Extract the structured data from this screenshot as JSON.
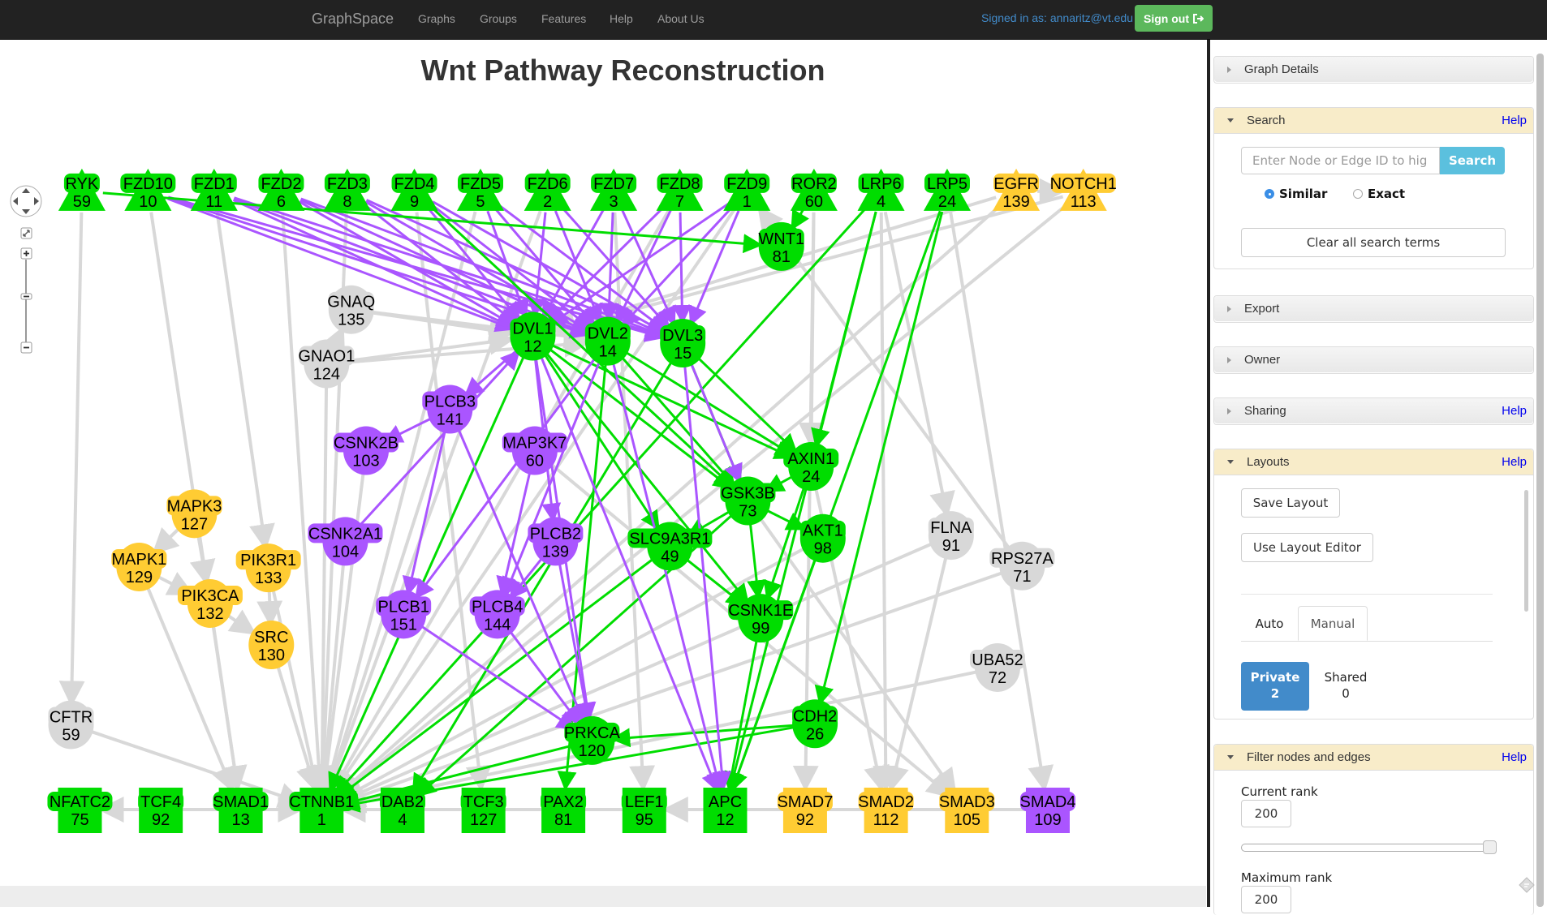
{
  "navbar": {
    "brand": "GraphSpace",
    "links": [
      "Graphs",
      "Groups",
      "Features",
      "Help",
      "About Us"
    ],
    "signed_in": "Signed in as: annaritz@vt.edu",
    "sign_out": "Sign out",
    "sign_out_icon": "sign-out-icon"
  },
  "graph": {
    "title": "Wnt Pathway Reconstruction",
    "colors": {
      "green": "#00dd00",
      "purple": "#aa55ff",
      "yellow": "#ffcc33",
      "gray": "#d8d8d8"
    },
    "controls": {
      "pan": "pan-control",
      "fit": "fit-icon",
      "zoom_in": "+",
      "zoom_out": "−"
    },
    "nodes": [
      {
        "id": "RYK",
        "rank": "59",
        "color": "green",
        "shape": "triangle"
      },
      {
        "id": "FZD10",
        "rank": "10",
        "color": "green",
        "shape": "triangle"
      },
      {
        "id": "FZD1",
        "rank": "11",
        "color": "green",
        "shape": "triangle"
      },
      {
        "id": "FZD2",
        "rank": "6",
        "color": "green",
        "shape": "triangle"
      },
      {
        "id": "FZD3",
        "rank": "8",
        "color": "green",
        "shape": "triangle"
      },
      {
        "id": "FZD4",
        "rank": "9",
        "color": "green",
        "shape": "triangle"
      },
      {
        "id": "FZD5",
        "rank": "5",
        "color": "green",
        "shape": "triangle"
      },
      {
        "id": "FZD6",
        "rank": "2",
        "color": "green",
        "shape": "triangle"
      },
      {
        "id": "FZD7",
        "rank": "3",
        "color": "green",
        "shape": "triangle"
      },
      {
        "id": "FZD8",
        "rank": "7",
        "color": "green",
        "shape": "triangle"
      },
      {
        "id": "FZD9",
        "rank": "1",
        "color": "green",
        "shape": "triangle"
      },
      {
        "id": "ROR2",
        "rank": "60",
        "color": "green",
        "shape": "triangle"
      },
      {
        "id": "LRP6",
        "rank": "4",
        "color": "green",
        "shape": "triangle"
      },
      {
        "id": "LRP5",
        "rank": "24",
        "color": "green",
        "shape": "triangle"
      },
      {
        "id": "EGFR",
        "rank": "139",
        "color": "yellow",
        "shape": "triangle"
      },
      {
        "id": "NOTCH1",
        "rank": "113",
        "color": "yellow",
        "shape": "triangle"
      },
      {
        "id": "WNT1",
        "rank": "81",
        "color": "green",
        "shape": "ellipse"
      },
      {
        "id": "GNAQ",
        "rank": "135",
        "color": "gray",
        "shape": "ellipse"
      },
      {
        "id": "GNAO1",
        "rank": "124",
        "color": "gray",
        "shape": "ellipse"
      },
      {
        "id": "DVL1",
        "rank": "12",
        "color": "green",
        "shape": "ellipse"
      },
      {
        "id": "DVL2",
        "rank": "14",
        "color": "green",
        "shape": "ellipse"
      },
      {
        "id": "DVL3",
        "rank": "15",
        "color": "green",
        "shape": "ellipse"
      },
      {
        "id": "PLCB3",
        "rank": "141",
        "color": "purple",
        "shape": "ellipse"
      },
      {
        "id": "CSNK2B",
        "rank": "103",
        "color": "purple",
        "shape": "ellipse"
      },
      {
        "id": "MAP3K7",
        "rank": "60",
        "color": "purple",
        "shape": "ellipse"
      },
      {
        "id": "AXIN1",
        "rank": "24",
        "color": "green",
        "shape": "ellipse"
      },
      {
        "id": "GSK3B",
        "rank": "73",
        "color": "green",
        "shape": "ellipse"
      },
      {
        "id": "MAPK3",
        "rank": "127",
        "color": "yellow",
        "shape": "ellipse"
      },
      {
        "id": "CSNK2A1",
        "rank": "104",
        "color": "purple",
        "shape": "ellipse"
      },
      {
        "id": "PLCB2",
        "rank": "139",
        "color": "purple",
        "shape": "ellipse"
      },
      {
        "id": "SLC9A3R1",
        "rank": "49",
        "color": "green",
        "shape": "ellipse"
      },
      {
        "id": "AKT1",
        "rank": "98",
        "color": "green",
        "shape": "ellipse"
      },
      {
        "id": "FLNA",
        "rank": "91",
        "color": "gray",
        "shape": "ellipse"
      },
      {
        "id": "RPS27A",
        "rank": "71",
        "color": "gray",
        "shape": "ellipse"
      },
      {
        "id": "MAPK1",
        "rank": "129",
        "color": "yellow",
        "shape": "ellipse"
      },
      {
        "id": "PIK3R1",
        "rank": "133",
        "color": "yellow",
        "shape": "ellipse"
      },
      {
        "id": "PIK3CA",
        "rank": "132",
        "color": "yellow",
        "shape": "ellipse"
      },
      {
        "id": "SRC",
        "rank": "130",
        "color": "yellow",
        "shape": "ellipse"
      },
      {
        "id": "PLCB1",
        "rank": "151",
        "color": "purple",
        "shape": "ellipse"
      },
      {
        "id": "PLCB4",
        "rank": "144",
        "color": "purple",
        "shape": "ellipse"
      },
      {
        "id": "CSNK1E",
        "rank": "99",
        "color": "green",
        "shape": "ellipse"
      },
      {
        "id": "UBA52",
        "rank": "72",
        "color": "gray",
        "shape": "ellipse"
      },
      {
        "id": "CFTR",
        "rank": "59",
        "color": "gray",
        "shape": "ellipse"
      },
      {
        "id": "CDH2",
        "rank": "26",
        "color": "green",
        "shape": "ellipse"
      },
      {
        "id": "PRKCA",
        "rank": "120",
        "color": "green",
        "shape": "ellipse"
      },
      {
        "id": "NFATC2",
        "rank": "75",
        "color": "green",
        "shape": "rectangle"
      },
      {
        "id": "TCF4",
        "rank": "92",
        "color": "green",
        "shape": "rectangle"
      },
      {
        "id": "SMAD1",
        "rank": "13",
        "color": "green",
        "shape": "rectangle"
      },
      {
        "id": "CTNNB1",
        "rank": "1",
        "color": "green",
        "shape": "rectangle"
      },
      {
        "id": "DAB2",
        "rank": "4",
        "color": "green",
        "shape": "rectangle"
      },
      {
        "id": "TCF3",
        "rank": "127",
        "color": "green",
        "shape": "rectangle"
      },
      {
        "id": "PAX2",
        "rank": "81",
        "color": "green",
        "shape": "rectangle"
      },
      {
        "id": "LEF1",
        "rank": "95",
        "color": "green",
        "shape": "rectangle"
      },
      {
        "id": "APC",
        "rank": "12",
        "color": "green",
        "shape": "rectangle"
      },
      {
        "id": "SMAD7",
        "rank": "92",
        "color": "yellow",
        "shape": "rectangle"
      },
      {
        "id": "SMAD2",
        "rank": "112",
        "color": "yellow",
        "shape": "rectangle"
      },
      {
        "id": "SMAD3",
        "rank": "105",
        "color": "yellow",
        "shape": "rectangle"
      },
      {
        "id": "SMAD4",
        "rank": "109",
        "color": "purple",
        "shape": "rectangle"
      }
    ],
    "edges": [
      [
        "FZD10",
        "DVL1",
        "purple"
      ],
      [
        "FZD10",
        "DVL2",
        "purple"
      ],
      [
        "FZD10",
        "DVL3",
        "purple"
      ],
      [
        "FZD1",
        "DVL1",
        "purple"
      ],
      [
        "FZD1",
        "DVL2",
        "purple"
      ],
      [
        "FZD1",
        "DVL3",
        "purple"
      ],
      [
        "FZD2",
        "DVL1",
        "purple"
      ],
      [
        "FZD2",
        "DVL2",
        "purple"
      ],
      [
        "FZD2",
        "DVL3",
        "purple"
      ],
      [
        "FZD3",
        "DVL1",
        "purple"
      ],
      [
        "FZD3",
        "DVL2",
        "purple"
      ],
      [
        "FZD3",
        "DVL3",
        "purple"
      ],
      [
        "FZD4",
        "DVL1",
        "purple"
      ],
      [
        "FZD4",
        "DVL2",
        "purple"
      ],
      [
        "FZD4",
        "DVL3",
        "purple"
      ],
      [
        "FZD5",
        "DVL1",
        "purple"
      ],
      [
        "FZD5",
        "DVL2",
        "purple"
      ],
      [
        "FZD5",
        "DVL3",
        "purple"
      ],
      [
        "FZD6",
        "DVL1",
        "purple"
      ],
      [
        "FZD6",
        "DVL2",
        "purple"
      ],
      [
        "FZD6",
        "DVL3",
        "purple"
      ],
      [
        "FZD7",
        "DVL1",
        "purple"
      ],
      [
        "FZD7",
        "DVL2",
        "purple"
      ],
      [
        "FZD7",
        "DVL3",
        "purple"
      ],
      [
        "FZD8",
        "DVL1",
        "purple"
      ],
      [
        "FZD8",
        "DVL2",
        "purple"
      ],
      [
        "FZD8",
        "DVL3",
        "purple"
      ],
      [
        "FZD9",
        "DVL1",
        "purple"
      ],
      [
        "FZD9",
        "DVL2",
        "purple"
      ],
      [
        "FZD9",
        "DVL3",
        "purple"
      ],
      [
        "RYK",
        "WNT1",
        "green"
      ],
      [
        "FZD4",
        "GSK3B",
        "green"
      ],
      [
        "ROR2",
        "WNT1",
        "green"
      ],
      [
        "LRP6",
        "CTNNB1",
        "green"
      ],
      [
        "LRP6",
        "AXIN1",
        "green"
      ],
      [
        "LRP5",
        "APC",
        "green"
      ],
      [
        "LRP5",
        "CDH2",
        "green"
      ],
      [
        "LRP6",
        "APC",
        "green"
      ],
      [
        "DVL1",
        "AXIN1",
        "green"
      ],
      [
        "DVL1",
        "GSK3B",
        "green"
      ],
      [
        "DVL1",
        "CTNNB1",
        "green"
      ],
      [
        "DVL1",
        "SLC9A3R1",
        "green"
      ],
      [
        "DVL1",
        "CSNK1E",
        "green"
      ],
      [
        "DVL2",
        "AXIN1",
        "green"
      ],
      [
        "DVL2",
        "GSK3B",
        "green"
      ],
      [
        "DVL2",
        "PAX2",
        "green"
      ],
      [
        "DVL3",
        "AXIN1",
        "green"
      ],
      [
        "DVL3",
        "GSK3B",
        "green"
      ],
      [
        "DVL3",
        "DAB2",
        "green"
      ],
      [
        "AXIN1",
        "GSK3B",
        "green"
      ],
      [
        "GSK3B",
        "AKT1",
        "green"
      ],
      [
        "GSK3B",
        "CSNK1E",
        "green"
      ],
      [
        "AXIN1",
        "CSNK1E",
        "green"
      ],
      [
        "SLC9A3R1",
        "CSNK1E",
        "green"
      ],
      [
        "GSK3B",
        "SLC9A3R1",
        "green"
      ],
      [
        "SLC9A3R1",
        "CTNNB1",
        "green"
      ],
      [
        "GSK3B",
        "DAB2",
        "green"
      ],
      [
        "CSNK1E",
        "APC",
        "green"
      ],
      [
        "AKT1",
        "APC",
        "green"
      ],
      [
        "CDH2",
        "PRKCA",
        "green"
      ],
      [
        "PRKCA",
        "CTNNB1",
        "green"
      ],
      [
        "CDH2",
        "CTNNB1",
        "green"
      ],
      [
        "DVL1",
        "PLCB3",
        "purple"
      ],
      [
        "DVL1",
        "PLCB2",
        "purple"
      ],
      [
        "DVL2",
        "PLCB1",
        "purple"
      ],
      [
        "DVL2",
        "PLCB4",
        "purple"
      ],
      [
        "DVL1",
        "PRKCA",
        "purple"
      ],
      [
        "DVL3",
        "GSK3B",
        "purple"
      ],
      [
        "PLCB3",
        "CSNK2B",
        "purple"
      ],
      [
        "PLCB3",
        "PLCB1",
        "purple"
      ],
      [
        "PLCB3",
        "PRKCA",
        "purple"
      ],
      [
        "CSNK2A1",
        "DVL1",
        "purple"
      ],
      [
        "MAP3K7",
        "PLCB4",
        "purple"
      ],
      [
        "PLCB2",
        "PLCB4",
        "purple"
      ],
      [
        "PLCB2",
        "PRKCA",
        "purple"
      ],
      [
        "PLCB1",
        "PRKCA",
        "purple"
      ],
      [
        "PLCB4",
        "PRKCA",
        "purple"
      ],
      [
        "DVL2",
        "APC",
        "purple"
      ],
      [
        "DVL3",
        "APC",
        "purple"
      ],
      [
        "DVL1",
        "APC",
        "purple"
      ],
      [
        "GNAQ",
        "DVL1",
        "gray"
      ],
      [
        "GNAO1",
        "DVL1",
        "gray"
      ],
      [
        "GNAO1",
        "DVL2",
        "gray"
      ],
      [
        "GNAQ",
        "DVL2",
        "gray"
      ],
      [
        "GNAO1",
        "CTNNB1",
        "gray"
      ],
      [
        "GNAO1",
        "GNAQ",
        "gray"
      ],
      [
        "RYK",
        "CFTR",
        "gray"
      ],
      [
        "FZD10",
        "SMAD1",
        "gray"
      ],
      [
        "FZD1",
        "PIK3R1",
        "gray"
      ],
      [
        "FZD2",
        "CTNNB1",
        "gray"
      ],
      [
        "FZD3",
        "CTNNB1",
        "gray"
      ],
      [
        "FZD4",
        "TCF3",
        "gray"
      ],
      [
        "FZD5",
        "CTNNB1",
        "gray"
      ],
      [
        "FZD6",
        "CTNNB1",
        "gray"
      ],
      [
        "FZD7",
        "LEF1",
        "gray"
      ],
      [
        "FZD8",
        "CTNNB1",
        "gray"
      ],
      [
        "FZD9",
        "CTNNB1",
        "gray"
      ],
      [
        "ROR2",
        "SMAD7",
        "gray"
      ],
      [
        "ROR2",
        "AXIN1",
        "gray"
      ],
      [
        "LRP6",
        "SMAD2",
        "gray"
      ],
      [
        "LRP5",
        "SMAD4",
        "gray"
      ],
      [
        "LRP6",
        "FLNA",
        "gray"
      ],
      [
        "EGFR",
        "DVL1",
        "gray"
      ],
      [
        "EGFR",
        "CTNNB1",
        "gray"
      ],
      [
        "NOTCH1",
        "DVL1",
        "gray"
      ],
      [
        "NOTCH1",
        "CTNNB1",
        "gray"
      ],
      [
        "EGFR",
        "NOTCH1",
        "gray"
      ],
      [
        "MAPK3",
        "MAPK1",
        "gray"
      ],
      [
        "MAPK3",
        "PIK3CA",
        "gray"
      ],
      [
        "MAPK1",
        "PIK3CA",
        "gray"
      ],
      [
        "PIK3CA",
        "SRC",
        "gray"
      ],
      [
        "PIK3R1",
        "SRC",
        "gray"
      ],
      [
        "MAPK1",
        "SMAD1",
        "gray"
      ],
      [
        "PIK3CA",
        "SMAD1",
        "gray"
      ],
      [
        "SRC",
        "CTNNB1",
        "gray"
      ],
      [
        "PIK3R1",
        "CTNNB1",
        "gray"
      ],
      [
        "CSNK2A1",
        "CTNNB1",
        "gray"
      ],
      [
        "CSNK2B",
        "CTNNB1",
        "gray"
      ],
      [
        "PLCB3",
        "CTNNB1",
        "gray"
      ],
      [
        "MAP3K7",
        "SMAD3",
        "gray"
      ],
      [
        "FLNA",
        "CTNNB1",
        "gray"
      ],
      [
        "FLNA",
        "SMAD2",
        "gray"
      ],
      [
        "RPS27A",
        "CTNNB1",
        "gray"
      ],
      [
        "UBA52",
        "CTNNB1",
        "gray"
      ],
      [
        "RPS27A",
        "FZD9",
        "gray"
      ],
      [
        "CFTR",
        "CTNNB1",
        "gray"
      ],
      [
        "CTNNB1",
        "NFATC2",
        "gray"
      ],
      [
        "TCF4",
        "CTNNB1",
        "gray"
      ],
      [
        "LEF1",
        "CTNNB1",
        "gray"
      ],
      [
        "APC",
        "LEF1",
        "gray"
      ],
      [
        "SMAD4",
        "CTNNB1",
        "gray"
      ],
      [
        "SMAD3",
        "CTNNB1",
        "gray"
      ],
      [
        "GSK3B",
        "SMAD3",
        "gray"
      ],
      [
        "AXIN1",
        "SMAD2",
        "gray"
      ],
      [
        "AKT1",
        "CTNNB1",
        "gray"
      ]
    ]
  },
  "sidebar": {
    "graph_details": {
      "title": "Graph Details"
    },
    "search": {
      "title": "Search",
      "help": "Help",
      "placeholder": "Enter Node or Edge ID to hig",
      "button": "Search",
      "option_similar": "Similar",
      "option_exact": "Exact",
      "selected": "Similar",
      "clear": "Clear all search terms"
    },
    "export": {
      "title": "Export"
    },
    "owner": {
      "title": "Owner"
    },
    "sharing": {
      "title": "Sharing",
      "help": "Help"
    },
    "layouts": {
      "title": "Layouts",
      "help": "Help",
      "save": "Save Layout",
      "editor": "Use Layout Editor",
      "tab_auto": "Auto",
      "tab_manual": "Manual",
      "active_tab": "Manual",
      "private_label": "Private",
      "private_count": "2",
      "shared_label": "Shared",
      "shared_count": "0"
    },
    "filter": {
      "title": "Filter nodes and edges",
      "help": "Help",
      "current_rank_label": "Current rank",
      "current_rank": "200",
      "slider_value_fraction": 1.0,
      "maximum_rank_label": "Maximum rank",
      "maximum_rank": "200"
    }
  }
}
